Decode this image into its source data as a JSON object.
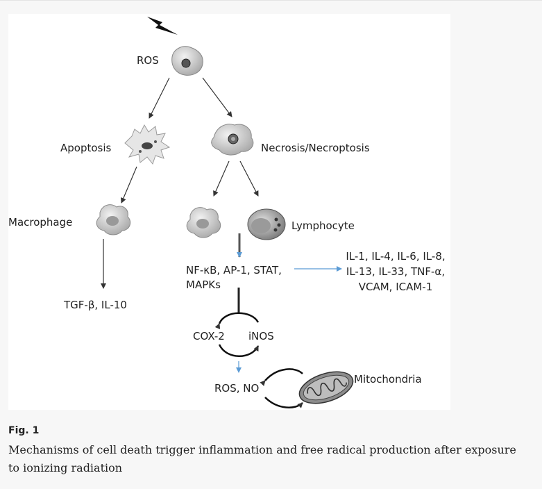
{
  "diagram": {
    "nodes": {
      "ros_top": "ROS",
      "apoptosis": "Apoptosis",
      "necrosis": "Necrosis/Necroptosis",
      "macrophage": "Macrophage",
      "lymphocyte": "Lymphocyte",
      "tgf": "TGF-β, IL-10",
      "nfkb_line1": "NF-κB, AP-1, STAT,",
      "nfkb_line2": "MAPKs",
      "cytokines_line1": "IL-1, IL-4, IL-6, IL-8,",
      "cytokines_line2": "IL-13,  IL-33, TNF-α,",
      "cytokines_line3": "VCAM, ICAM-1",
      "cox2": "COX-2",
      "inos": "iNOS",
      "ros_no": "ROS, NO",
      "mitochondria": "Mitochondria"
    },
    "icons": [
      "lightning-bolt-icon",
      "cell-icon",
      "apoptotic-cell-icon",
      "necrotic-cell-icon",
      "macrophage-icon",
      "lymphocyte-icon",
      "mitochondria-icon"
    ],
    "colors": {
      "arrow": "#333333",
      "blue_arrow": "#5b9bd5",
      "cell_fill": "#d9d9d9"
    }
  },
  "caption": {
    "label": "Fig. 1",
    "text": "Mechanisms of cell death trigger inflammation and free radical production after exposure to ionizing radiation"
  }
}
